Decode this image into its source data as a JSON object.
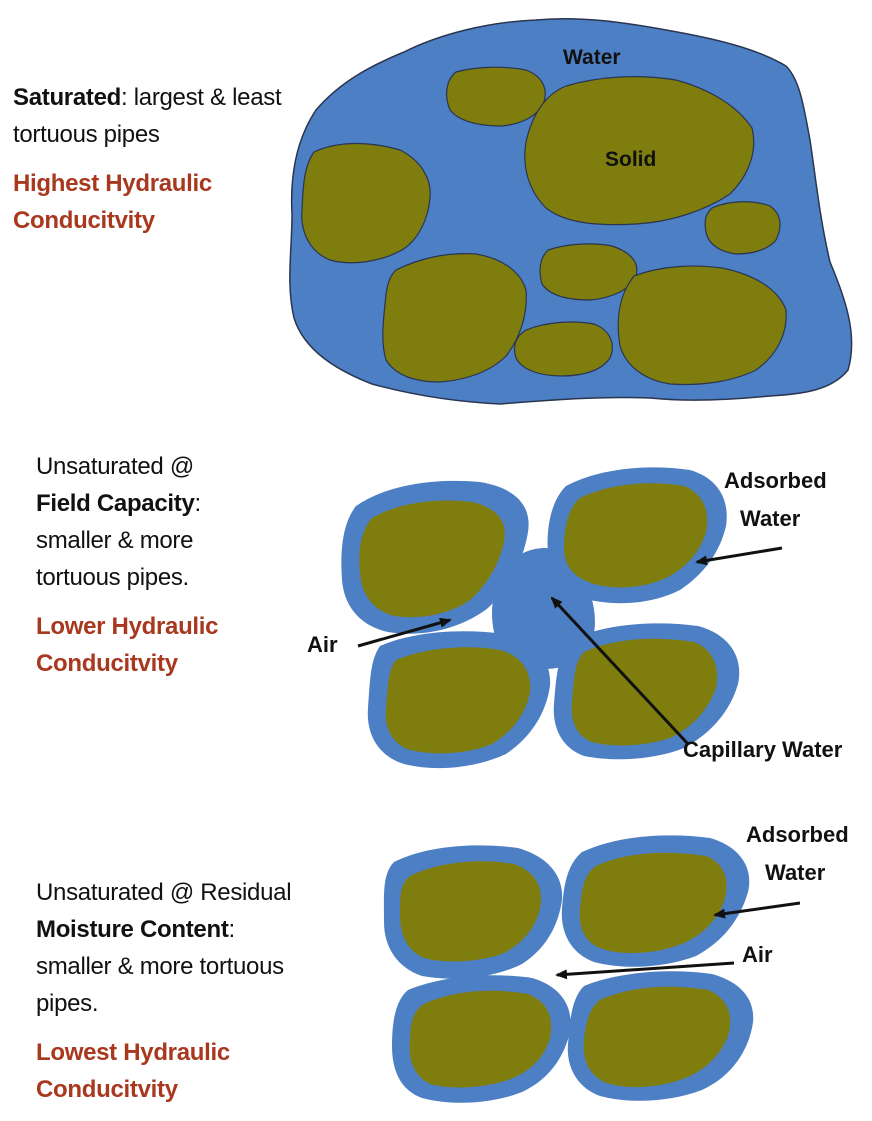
{
  "panels": {
    "saturated": {
      "title": "Saturated",
      "description_line1": ": largest & least",
      "description_line2": "tortuous pipes",
      "conductivity_line1": "Highest Hydraulic",
      "conductivity_line2": "Conducitvity",
      "labels": {
        "water": "Water",
        "solid": "Solid"
      }
    },
    "field_capacity": {
      "line1": "Unsaturated @",
      "line2": "Field Capacity",
      "line2_suffix": ":",
      "line3": "smaller & more",
      "line4": "tortuous pipes.",
      "conductivity_line1": "Lower Hydraulic",
      "conductivity_line2": "Conducitvity",
      "labels": {
        "adsorbed_line1": "Adsorbed",
        "adsorbed_line2": "Water",
        "air": "Air",
        "capillary": "Capillary Water"
      }
    },
    "residual": {
      "line1": "Unsaturated @ Residual",
      "line2": "Moisture Content",
      "line2_suffix": ":",
      "line3": "smaller & more tortuous",
      "line4": "pipes.",
      "conductivity_line1": "Lowest Hydraulic",
      "conductivity_line2": "Conducitvity",
      "labels": {
        "adsorbed_line1": "Adsorbed",
        "adsorbed_line2": "Water",
        "air": "Air"
      }
    }
  },
  "colors": {
    "water": "#4d7fc4",
    "solid": "#7e7d0e",
    "outline": "#2a3550",
    "conductivity_text": "#a8381e",
    "text": "#111111"
  }
}
